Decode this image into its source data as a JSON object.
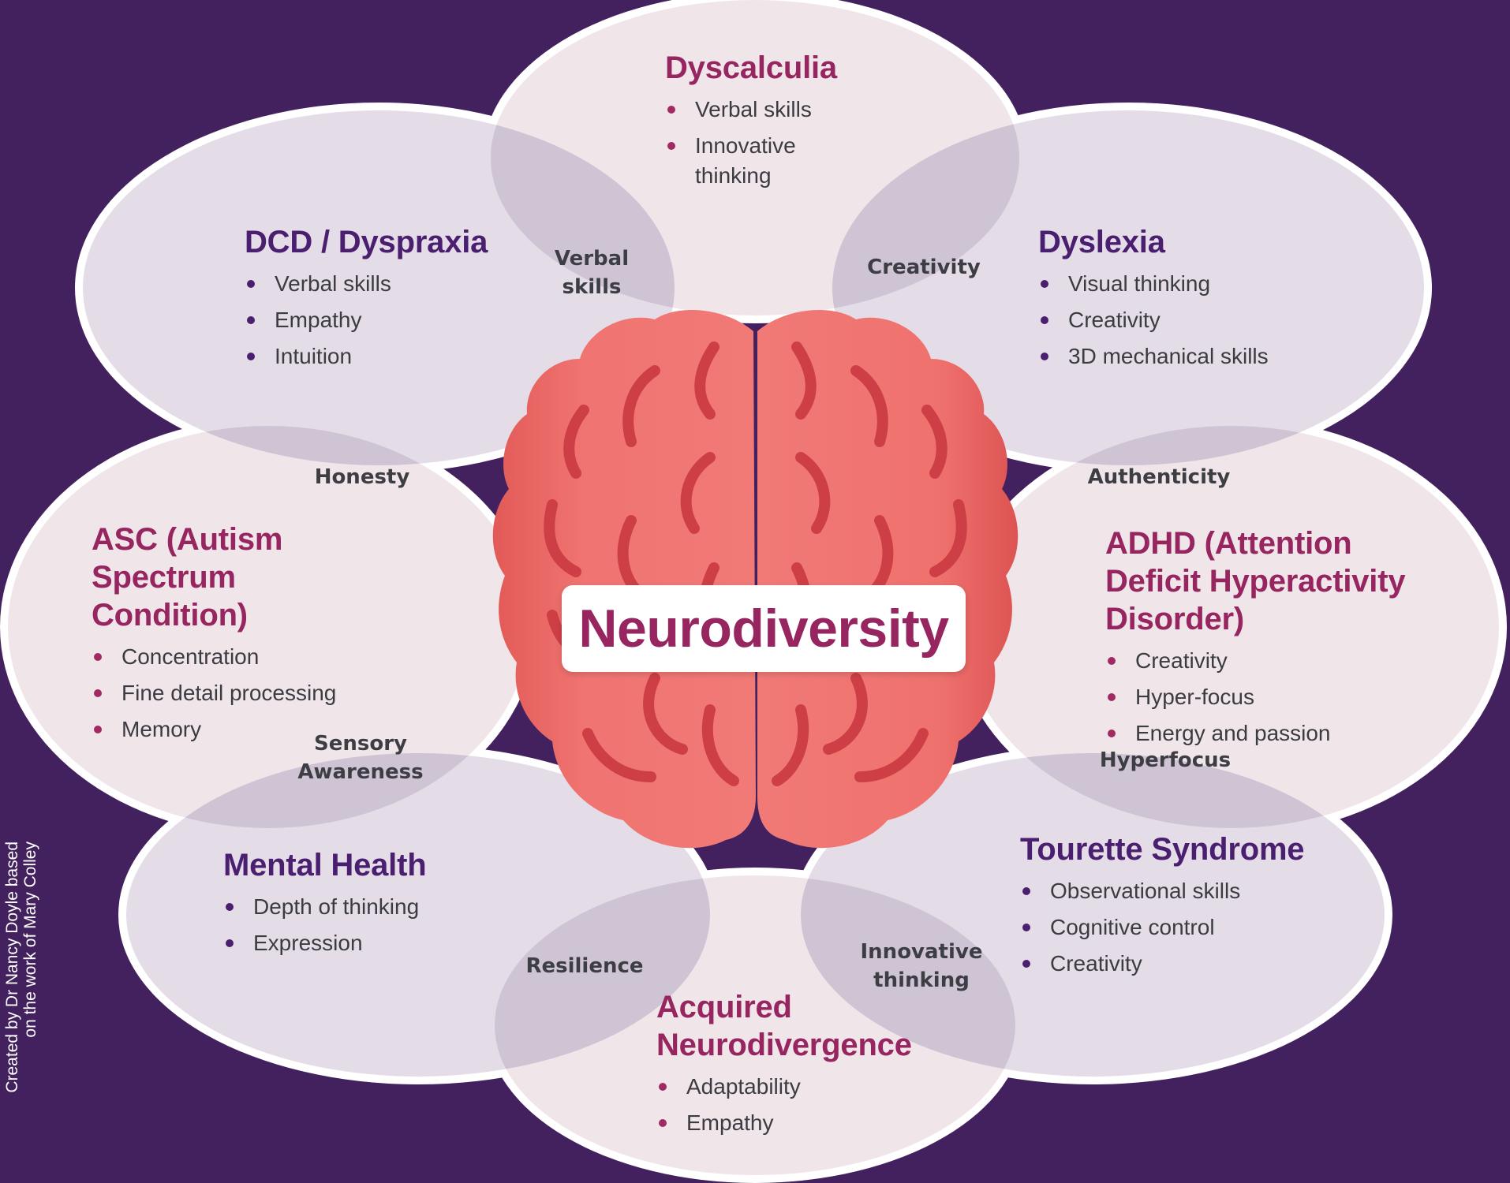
{
  "colors": {
    "background": "#43215f",
    "petal_purple": "#e5dde8",
    "petal_pink": "#f0e6ea",
    "petal_edge": "#ffffff",
    "overlap": "#cfc4d4",
    "brain_light": "#f07471",
    "brain_dark": "#e05555",
    "brain_groove": "#cd3f45",
    "title_purple": "#4b1f70",
    "title_magenta": "#962560",
    "bullet": "#a12a63"
  },
  "center_title": "Neurodiversity",
  "credit": {
    "line1": "Created by Dr Nancy Doyle based",
    "line2": "on the work of Mary Colley"
  },
  "petals": {
    "dyscalculia": {
      "title": "Dyscalculia",
      "items": [
        "Verbal skills",
        "Innovative thinking"
      ]
    },
    "dyslexia": {
      "title": "Dyslexia",
      "items": [
        "Visual thinking",
        "Creativity",
        "3D mechanical skills"
      ]
    },
    "adhd": {
      "title": "ADHD (Attention Deficit Hyperactivity Disorder)",
      "items": [
        "Creativity",
        "Hyper-focus",
        "Energy and passion"
      ]
    },
    "tourette": {
      "title": "Tourette Syndrome",
      "items": [
        "Observational skills",
        "Cognitive control",
        "Creativity"
      ]
    },
    "acquired": {
      "title": "Acquired Neurodivergence",
      "items": [
        "Adaptability",
        "Empathy"
      ]
    },
    "mental_health": {
      "title": "Mental Health",
      "items": [
        "Depth of thinking",
        "Expression"
      ]
    },
    "asc": {
      "title": "ASC (Autism Spectrum Condition)",
      "items": [
        "Concentration",
        "Fine detail processing",
        "Memory"
      ]
    },
    "dcd": {
      "title": "DCD / Dyspraxia",
      "items": [
        "Verbal skills",
        "Empathy",
        "Intuition"
      ]
    }
  },
  "overlaps": {
    "verbal_skills": "Verbal skills",
    "creativity": "Creativity",
    "authenticity": "Authenticity",
    "hyperfocus": "Hyperfocus",
    "innovative_thinking": "Innovative thinking",
    "resilience": "Resilience",
    "sensory_awareness": "Sensory Awareness",
    "honesty": "Honesty"
  }
}
